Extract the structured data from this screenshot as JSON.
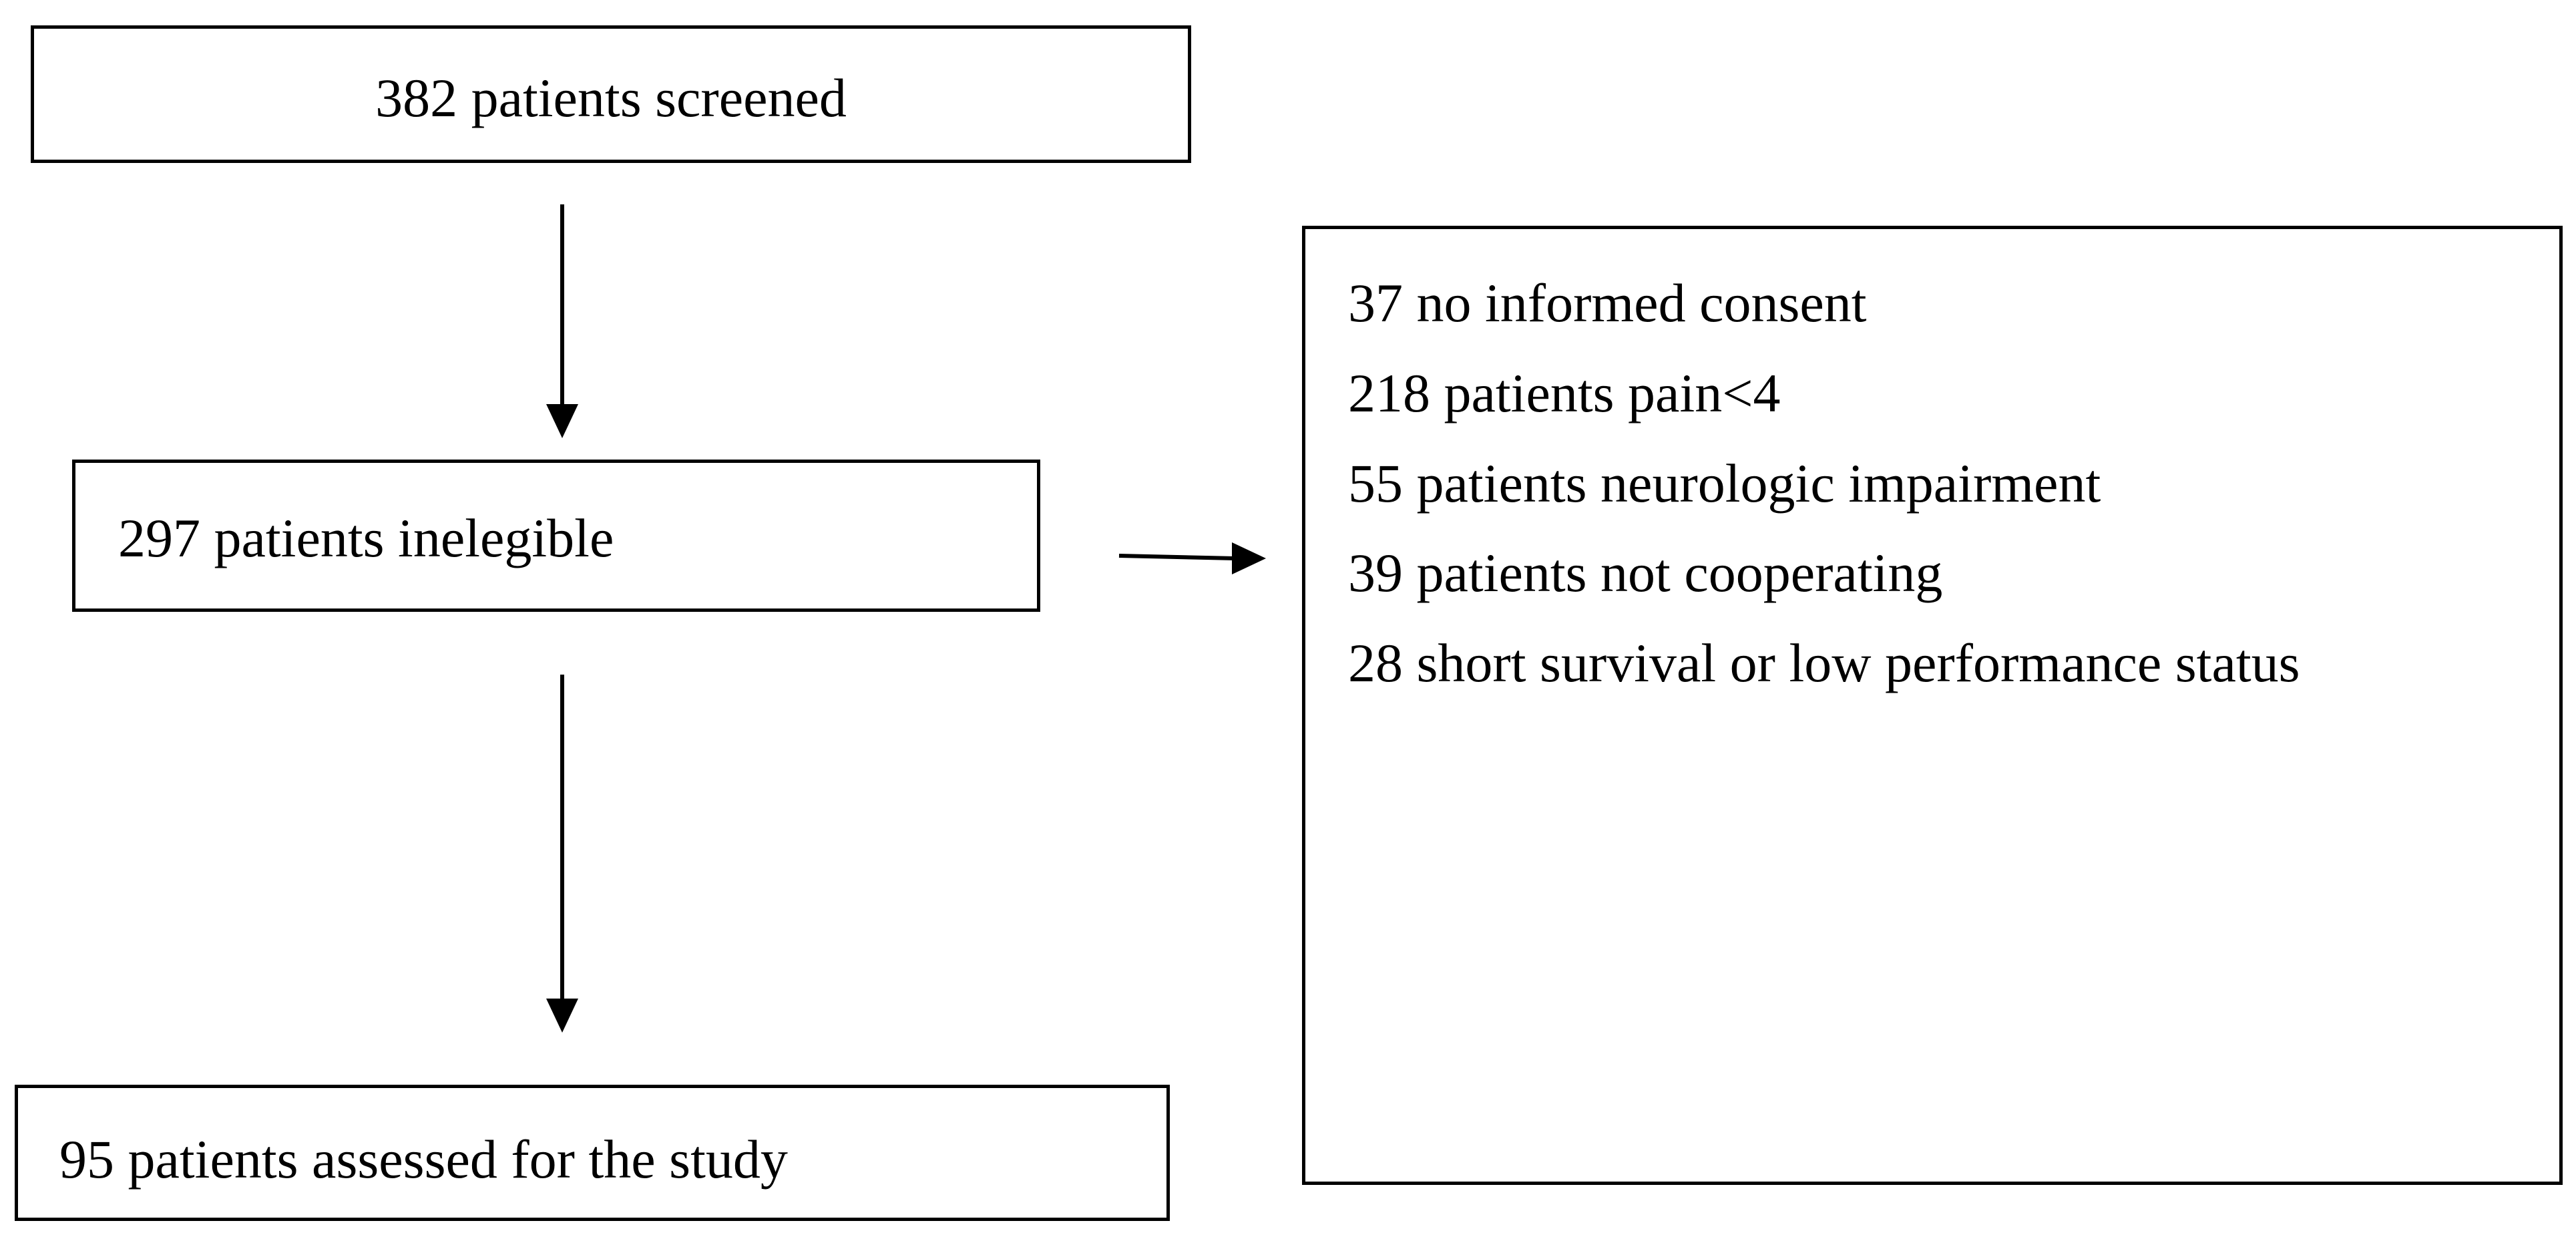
{
  "flowchart": {
    "screened": "382 patients screened",
    "ineligible": "297 patients inelegible",
    "assessed": "95 patients assessed for the study",
    "exclusion_reasons": [
      "37 no informed consent",
      "218 patients pain<4",
      "55 patients neurologic impairment",
      "39 patients not cooperating",
      "28 short survival or low performance status"
    ]
  }
}
